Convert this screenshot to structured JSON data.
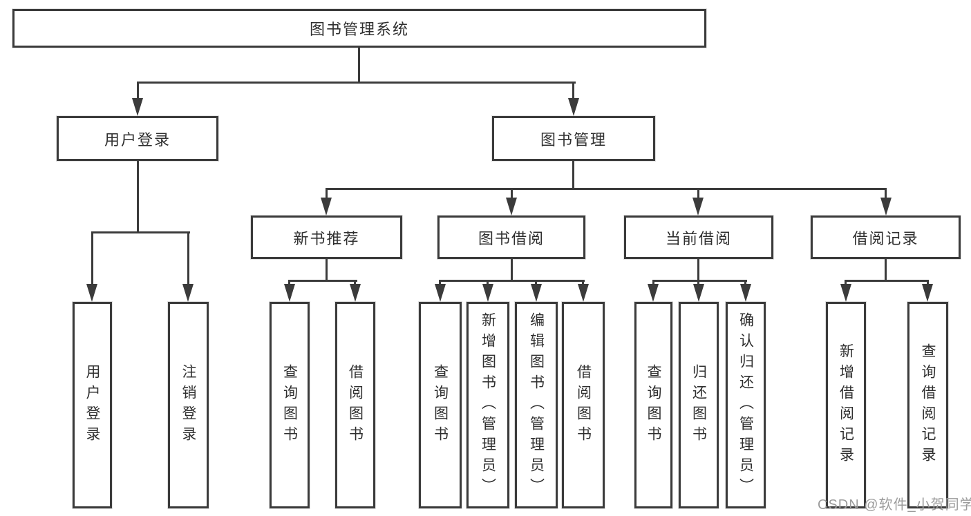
{
  "diagram": {
    "type": "hierarchy-tree",
    "tree": {
      "label": "图书管理系统",
      "children": [
        {
          "label": "用户登录",
          "children": [
            {
              "label": "用户登录"
            },
            {
              "label": "注销登录"
            }
          ]
        },
        {
          "label": "图书管理",
          "children": [
            {
              "label": "新书推荐",
              "children": [
                {
                  "label": "查询图书"
                },
                {
                  "label": "借阅图书"
                }
              ]
            },
            {
              "label": "图书借阅",
              "children": [
                {
                  "label": "查询图书"
                },
                {
                  "label": "新增图书（管理员）"
                },
                {
                  "label": "编辑图书（管理员）"
                },
                {
                  "label": "借阅图书"
                }
              ]
            },
            {
              "label": "当前借阅",
              "children": [
                {
                  "label": "查询图书"
                },
                {
                  "label": "归还图书"
                },
                {
                  "label": "确认归还（管理员）"
                }
              ]
            },
            {
              "label": "借阅记录",
              "children": [
                {
                  "label": "新增借阅记录"
                },
                {
                  "label": "查询借阅记录"
                }
              ]
            }
          ]
        }
      ]
    },
    "colors": {
      "line": "#3b3b3b",
      "text": "#2f2f2f",
      "background": "#ffffff",
      "watermark": "#9b9b9b"
    }
  },
  "watermark": {
    "text": "CSDN @软件_小贺同学"
  }
}
